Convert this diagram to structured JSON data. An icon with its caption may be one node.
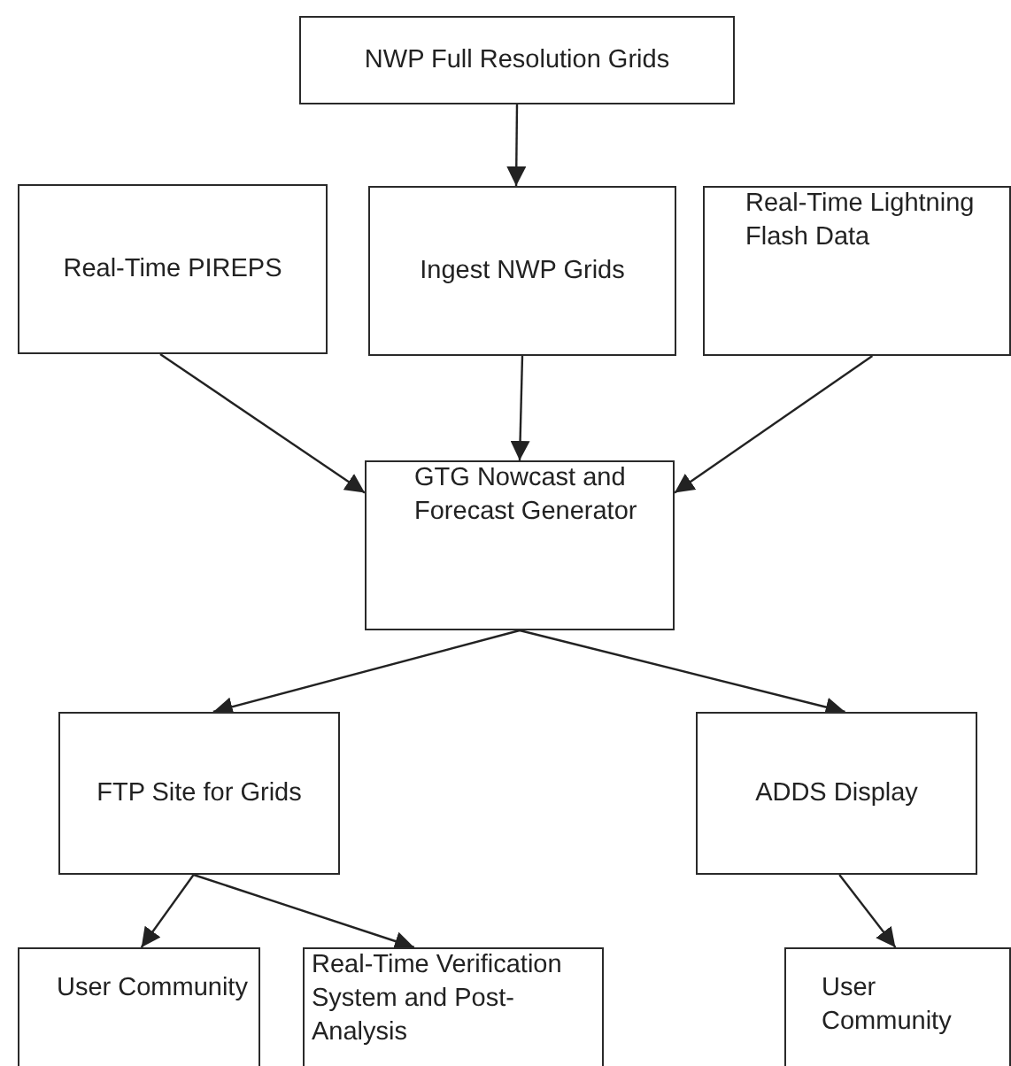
{
  "diagram": {
    "nodes": [
      {
        "text": [
          "NWP Full Resolution Grids"
        ]
      },
      {
        "text": [
          "Real-Time PIREPS"
        ]
      },
      {
        "text": [
          "Ingest NWP Grids"
        ]
      },
      {
        "text": [
          "Real-Time Lightning Flash Data"
        ]
      },
      {
        "text": [
          "GTG Nowcast and Forecast Generator"
        ]
      },
      {
        "text": [
          "FTP Site for Grids"
        ]
      },
      {
        "text": [
          "ADDS Display"
        ]
      },
      {
        "text": [
          "User Community"
        ]
      },
      {
        "text": [
          "Real-Time Verification System and Post-Analysis"
        ]
      },
      {
        "text": [
          "User Community"
        ]
      }
    ],
    "edges": [
      {
        "from": 0,
        "to": 2,
        "arrow": "to"
      },
      {
        "from": 1,
        "to": 4,
        "arrow": "to"
      },
      {
        "from": 2,
        "to": 4,
        "arrow": "to"
      },
      {
        "from": 3,
        "to": 4,
        "arrow": "to"
      },
      {
        "from": 4,
        "to": 5,
        "arrow": "to"
      },
      {
        "from": 4,
        "to": 6,
        "arrow": "to"
      },
      {
        "from": 5,
        "to": 7,
        "arrow": "to"
      },
      {
        "from": 5,
        "to": 8,
        "arrow": "to"
      },
      {
        "from": 6,
        "to": 9,
        "arrow": "to"
      }
    ]
  }
}
